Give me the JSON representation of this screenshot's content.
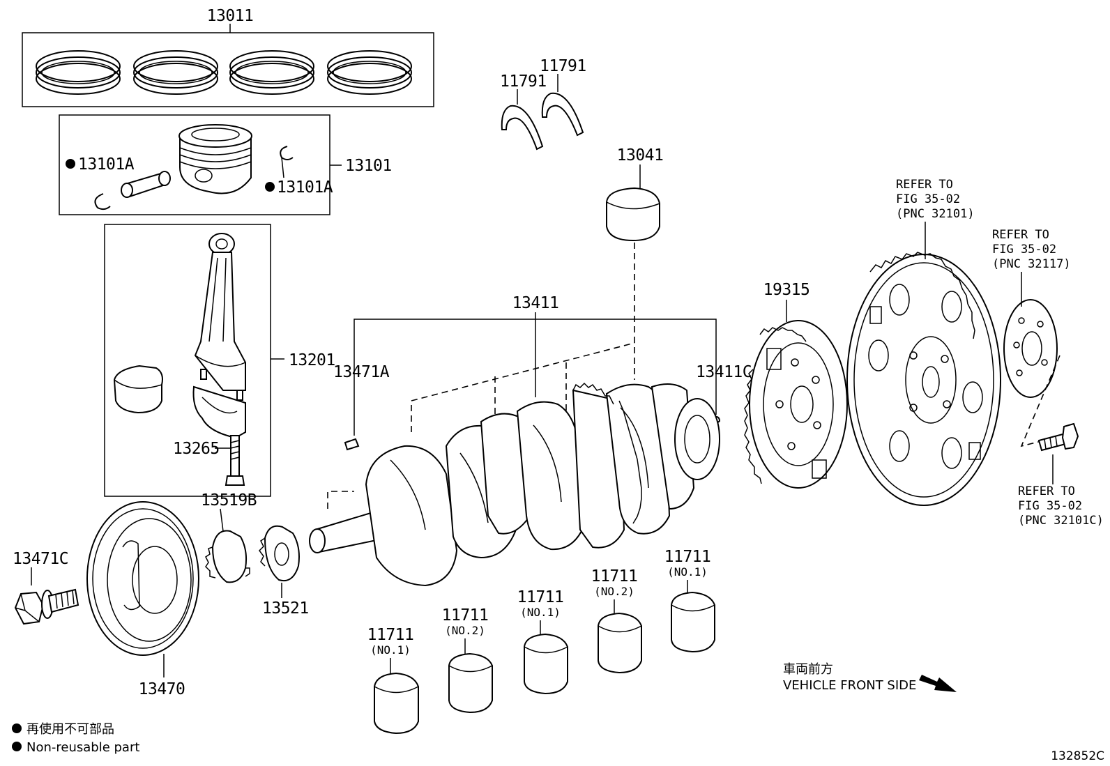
{
  "labels": {
    "p13011": "13011",
    "p13101": "13101",
    "p13101A_left": "13101A",
    "p13101A_right": "13101A",
    "p13201": "13201",
    "p13265": "13265",
    "p13519B": "13519B",
    "p13521": "13521",
    "p13471C": "13471C",
    "p13470": "13470",
    "p11791_a": "11791",
    "p11791_b": "11791",
    "p13041": "13041",
    "p13411": "13411",
    "p13471A": "13471A",
    "p13411C": "13411C",
    "p19315": "19315",
    "b1_pn": "11711",
    "b1_sub": "(NO.1)",
    "b2_pn": "11711",
    "b2_sub": "(NO.2)",
    "b3_pn": "11711",
    "b3_sub": "(NO.1)",
    "b4_pn": "11711",
    "b4_sub": "(NO.2)",
    "b5_pn": "11711",
    "b5_sub": "(NO.1)"
  },
  "refs": {
    "r1": [
      "REFER TO",
      "FIG 35-02",
      "(PNC 32101)"
    ],
    "r2": [
      "REFER TO",
      "FIG 35-02",
      "(PNC 32117)"
    ],
    "r3": [
      "REFER TO",
      "FIG 35-02",
      "(PNC 32101C)"
    ]
  },
  "direction": {
    "jp": "車両前方",
    "en": "VEHICLE FRONT SIDE"
  },
  "legend": {
    "jp": "再使用不可部品",
    "en": "Non-reusable part"
  },
  "figure_id": "132852C"
}
